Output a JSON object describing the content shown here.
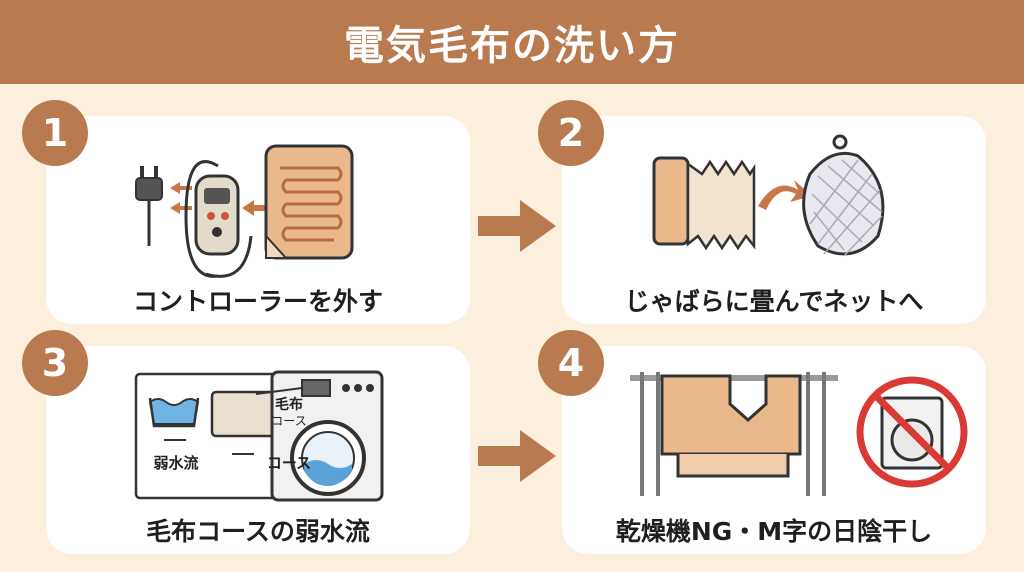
{
  "title": "電気毛布の洗い方",
  "steps": [
    {
      "number": "1",
      "caption": "コントローラーを外す"
    },
    {
      "number": "2",
      "caption": "じゃばらに畳んでネットへ"
    },
    {
      "number": "3",
      "caption": "毛布コースの弱水流",
      "panel": {
        "water_label": "弱水流",
        "course_button_line1": "毛布",
        "course_button_line2": "コース",
        "course_label": "コース"
      }
    },
    {
      "number": "4",
      "caption": "乾燥機NG・M字の日陰干し"
    }
  ],
  "colors": {
    "header": "#b97a4f",
    "background": "#fcefdd",
    "card": "#ffffff",
    "accent": "#c68a5c",
    "blanket": "#e9b98c",
    "prohibit": "#d93a35"
  }
}
